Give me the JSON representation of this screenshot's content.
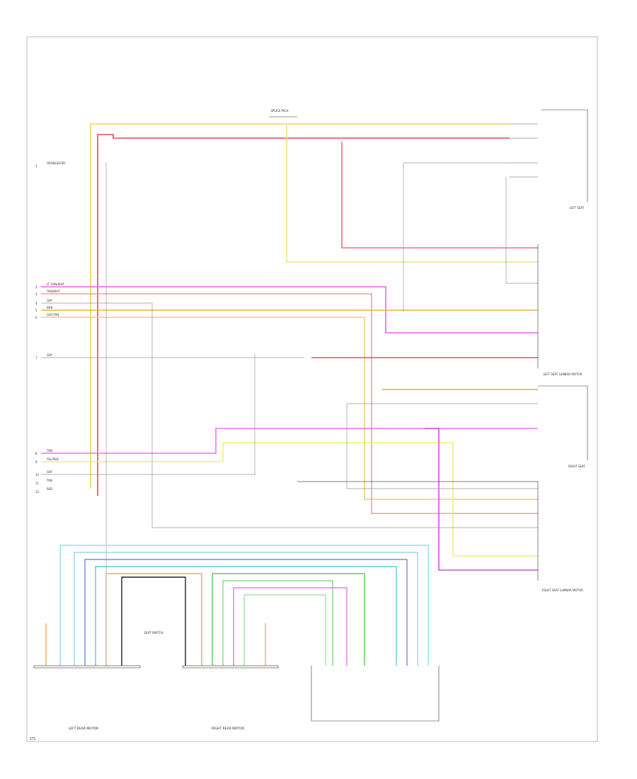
{
  "diagram": {
    "footer_code": "171",
    "top_connector": "SPLICE PACK",
    "left_pins": [
      "1",
      "2",
      "3",
      "4",
      "5",
      "6",
      "7",
      "8",
      "9",
      "10",
      "11",
      "12"
    ],
    "left_wire_labels": [
      "ORANGE/GRY",
      "LT GRN/WHT",
      "TAN/WHT",
      "GRY",
      "BRN",
      "GRY/TAN",
      "GRY",
      "TAN",
      "YEL/RED",
      "GRY",
      "TAN",
      "RED"
    ],
    "modules": {
      "left_rear_motor": "LEFT REAR MOTOR",
      "right_rear_motor": "RIGHT REAR MOTOR",
      "left_upper_module": "LEFT SEAT",
      "left_lumbar_module": "LEFT SEAT LUMBAR MOTOR",
      "right_lumbar_module": "RIGHT SEAT LUMBAR MOTOR",
      "right_seat_module": "RIGHT SEAT",
      "switch_module": "SEAT SWITCH"
    },
    "colors": {
      "yellow": "#f2d25c",
      "red": "#e84a5a",
      "orange": "#f0a030",
      "pink": "#f050e0",
      "magenta": "#d040d0",
      "lightyellow": "#f0f060",
      "cyan": "#40d0e0",
      "green": "#30c030",
      "lightgreen": "#90e090",
      "blue": "#4060e0",
      "brown": "#c8a070",
      "gray": "#888888",
      "dark": "#333333"
    }
  }
}
